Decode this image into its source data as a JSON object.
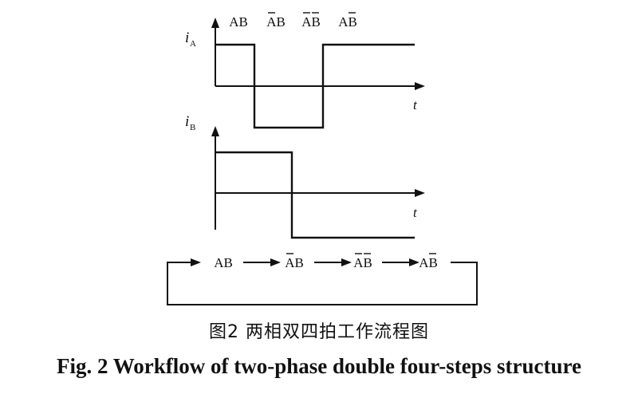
{
  "waveform": {
    "step_labels": [
      "AB",
      "AB",
      "AB",
      "AB"
    ],
    "step_overbars": [
      [],
      [
        "A"
      ],
      [
        "A",
        "B"
      ],
      [
        "B"
      ]
    ],
    "signal_a": {
      "symbol": "i",
      "subscript": "A",
      "levels": [
        1,
        -1,
        -1,
        1
      ]
    },
    "signal_b": {
      "symbol": "i",
      "subscript": "B",
      "levels": [
        1,
        1,
        -1,
        -1
      ]
    },
    "time_label": "t"
  },
  "cycle": {
    "labels": [
      "AB",
      "AB",
      "AB",
      "AB"
    ],
    "overbars": [
      [],
      [
        "A"
      ],
      [
        "A",
        "B"
      ],
      [
        "B"
      ]
    ]
  },
  "caption": {
    "cn": "图2  两相双四拍工作流程图",
    "en": "Fig. 2  Workflow of two-phase double four-steps structure"
  }
}
